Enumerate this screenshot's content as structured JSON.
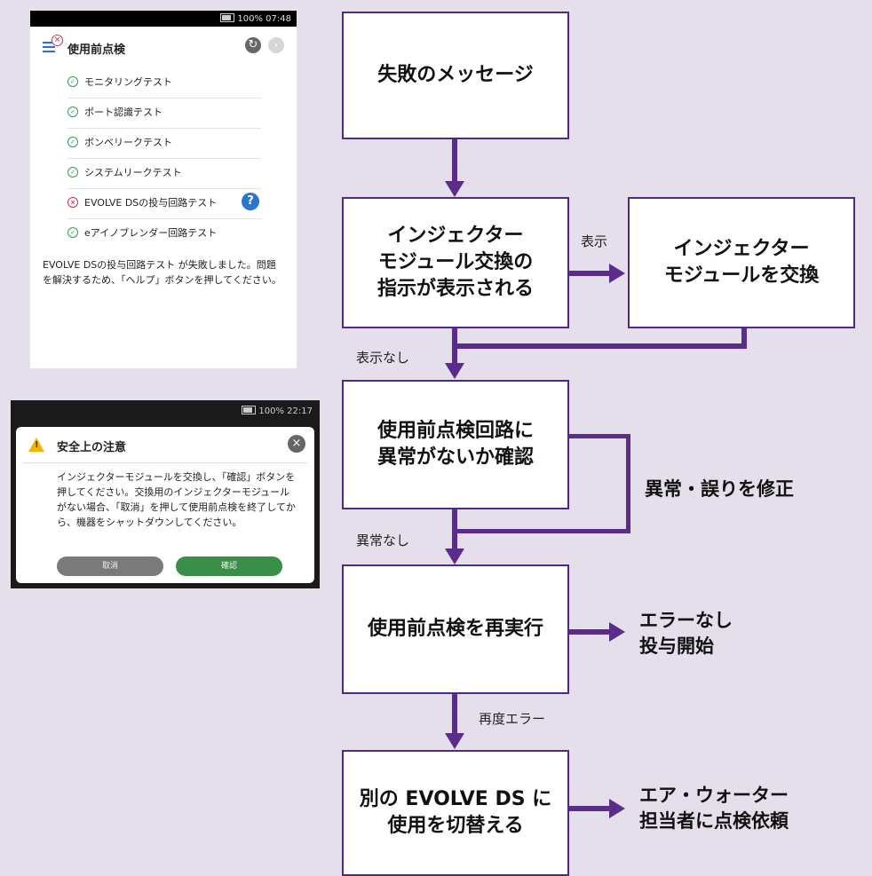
{
  "screen1": {
    "status": "100% 07:48",
    "title": "使用前点検",
    "tests": [
      {
        "label": "モニタリングテスト",
        "status": "ok"
      },
      {
        "label": "ポート認識テスト",
        "status": "ok"
      },
      {
        "label": "ボンベリークテスト",
        "status": "ok"
      },
      {
        "label": "システムリークテスト",
        "status": "ok"
      },
      {
        "label": "EVOLVE DSの投与回路テスト",
        "status": "ng"
      },
      {
        "label": "eアイノブレンダー回路テスト",
        "status": "ok"
      }
    ],
    "message": "EVOLVE DSの投与回路テスト が失敗しました。問題を解決するため、「ヘルプ」ボタンを押してください。"
  },
  "screen2": {
    "status": "100% 22:17",
    "title": "安全上の注意",
    "body": "インジェクターモジュールを交換し、「確認」ボタンを押してください。交換用のインジェクターモジュールがない場合、「取消」を押して使用前点検を終了してから、機器をシャットダウンしてください。",
    "cancel_label": "取消",
    "confirm_label": "確認"
  },
  "flow": {
    "step1": "失敗のメッセージ",
    "step2": "インジェクター\nモジュール交換の\n指示が表示される",
    "step2b": "インジェクター\nモジュールを交換",
    "step3": "使用前点検回路に\n異常がないか確認",
    "step4": "使用前点検を再実行",
    "step5": "別の EVOLVE DS に\n使用を切替える",
    "label_shown": "表示",
    "label_not_shown": "表示なし",
    "label_fix": "異常・誤りを修正",
    "label_no_abnormal": "異常なし",
    "label_no_error": "エラーなし\n投与開始",
    "label_error_again": "再度エラー",
    "label_air_water": "エア・ウォーター\n担当者に点検依頼"
  },
  "colors": {
    "background": "#e4dfea",
    "flow_purple": "#5a2d8c",
    "ok_green": "#2f9f52",
    "error_red": "#d0304a",
    "help_blue": "#2a77cc",
    "warning_yellow": "#f3b400"
  }
}
